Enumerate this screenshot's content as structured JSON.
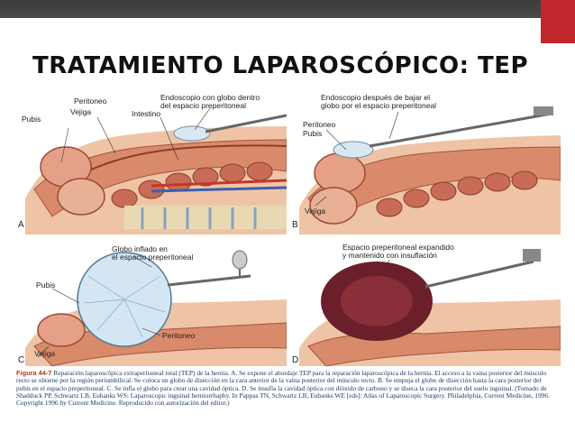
{
  "slide": {
    "title": "TRATAMIENTO LAPAROSCÓPICO: TEP"
  },
  "panels": {
    "A": {
      "letter": "A",
      "labels": {
        "pubis": "Pubis",
        "peritoneo": "Peritoneo",
        "vejiga": "Vejiga",
        "endoscopio": "Endoscopio con globo dentro",
        "endoscopio2": "del espacio preperitoneal",
        "intestino": "Intestino"
      }
    },
    "B": {
      "letter": "B",
      "labels": {
        "endoscopio": "Endoscopio después de bajar el",
        "endoscopio2": "globo por el espacio preperitoneal",
        "peritoneo": "Peritoneo",
        "pubis": "Pubis",
        "vejiga": "Vejiga"
      }
    },
    "C": {
      "letter": "C",
      "labels": {
        "globo": "Globo inflado en",
        "globo2": "el espacio preperitoneal",
        "pubis": "Pubis",
        "peritoneo": "Peritoneo",
        "vejiga": "Vejiga"
      }
    },
    "D": {
      "letter": "D",
      "labels": {
        "espacio": "Espacio preperitoneal expandido",
        "espacio2": "y mantenido con insuflación"
      }
    }
  },
  "caption": {
    "fig_label": "Figura 44-7",
    "text": "Reparación laparoscópica extraperitoneal total (TEP) de la hernia. A. Se expone el abordaje TEP para la reparación laparoscópica de la hernia. El acceso a la vaina posterior del músculo recto se obtiene por la región periumbilical. Se coloca un globo de disección en la cara anterior de la vaina posterior del músculo recto. B. Se empuja el globo de disección hasta la cara posterior del pubis en el espacio preperitoneal. C. Se infla el globo para crear una cavidad óptica. D. Se insufla la cavidad óptica con dióxido de carbono y se diseca la cara posterior del suelo inguinal. (Tomado de Shadduck PP, Schwartz LB, Eubanks WS: Laparoscopic inguinal herniorrhaphy. In Pappas TN, Schwartz LB, Eubanks WE [eds]: Atlas of Laparoscopic Surgery. Philadelphia, Current Medicine, 1996. Copyright 1996 by Current Medicine. Reproducido con autorización del editor.)"
  }
}
